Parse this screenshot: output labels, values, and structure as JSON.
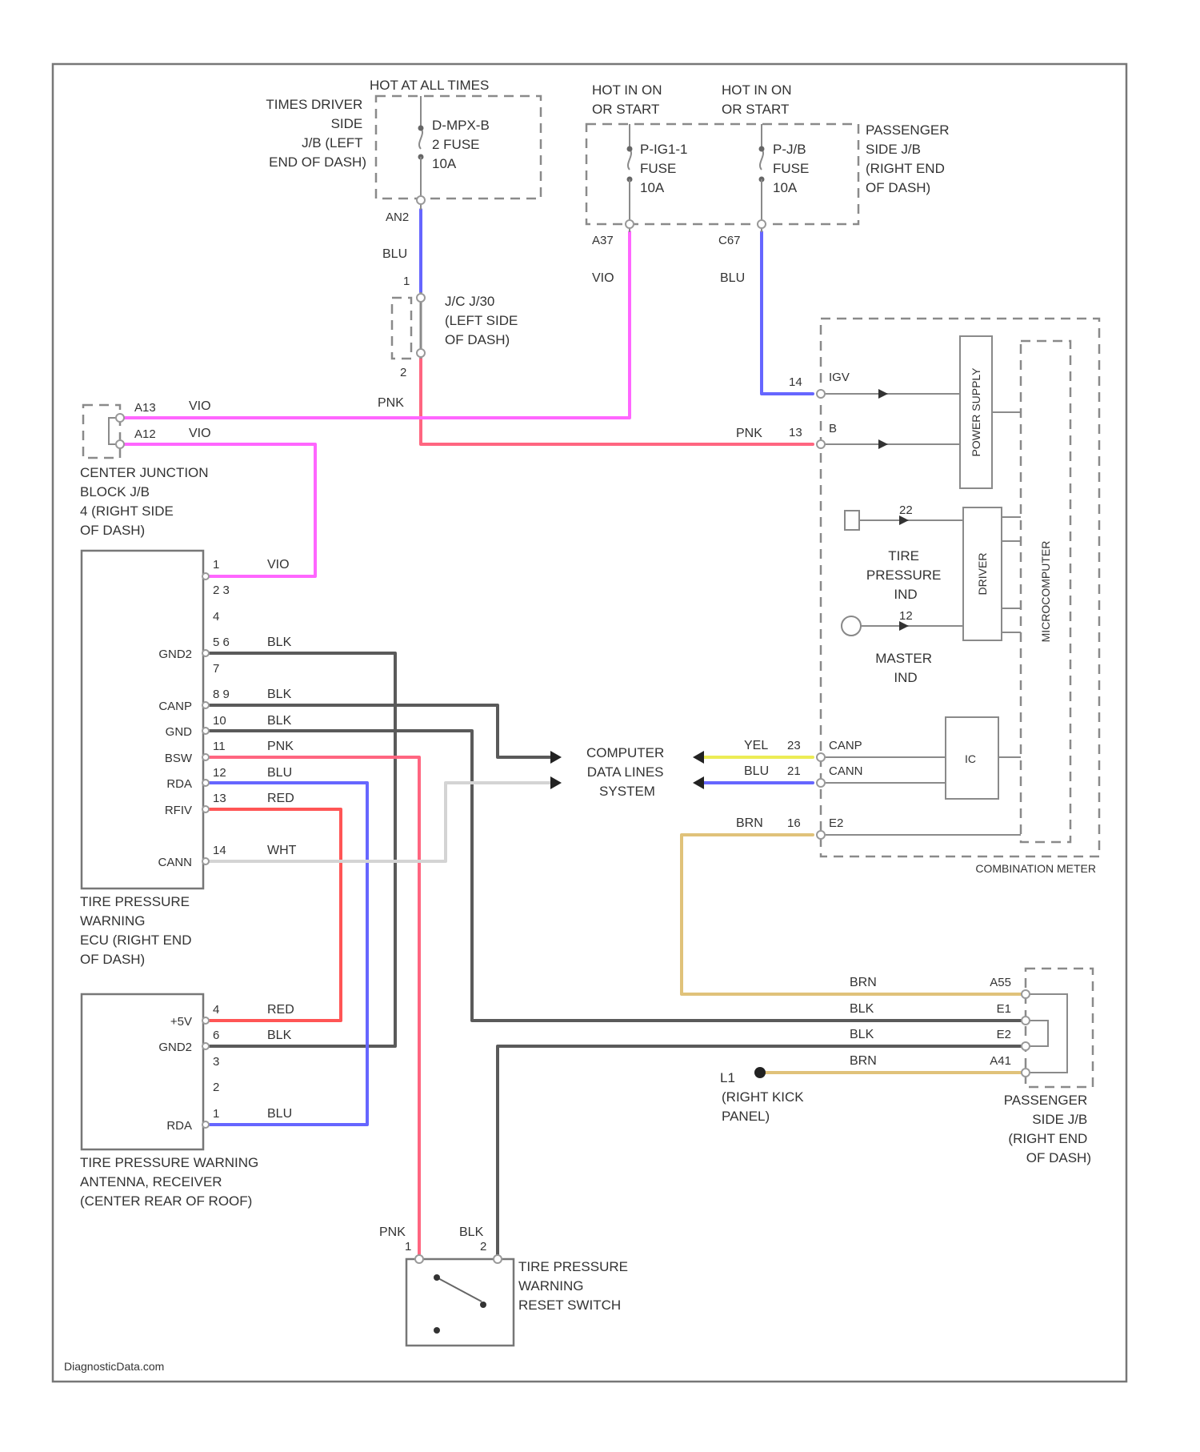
{
  "footer": "DiagnosticData.com",
  "fuses": {
    "driver_hot": "HOT AT ALL TIMES",
    "driver_jb": [
      "TIMES DRIVER",
      "SIDE",
      "J/B (LEFT",
      "END OF DASH)"
    ],
    "driver_fuse": [
      "D-MPX-B",
      "2 FUSE",
      "10A"
    ],
    "driver_pin": "AN2",
    "hot_on_1": [
      "HOT IN ON",
      "OR START"
    ],
    "hot_on_2": [
      "HOT IN ON",
      "OR START"
    ],
    "pass_jb": [
      "PASSENGER",
      "SIDE J/B",
      "(RIGHT END",
      "OF DASH)"
    ],
    "fuse_a": [
      "P-IG1-1",
      "FUSE",
      "10A"
    ],
    "fuse_b": [
      "P-J/B",
      "FUSE",
      "10A"
    ],
    "pin_a": "A37",
    "pin_b": "C67"
  },
  "jc": {
    "label": [
      "J/C J/30",
      "(LEFT SIDE",
      "OF DASH)"
    ],
    "pin_top": "1",
    "pin_bot": "2"
  },
  "cjb": {
    "label": [
      "CENTER JUNCTION",
      "BLOCK J/B",
      "4 (RIGHT SIDE",
      "OF DASH)"
    ],
    "pin1": "A13",
    "pin2": "A12"
  },
  "ecu": {
    "label": [
      "TIRE PRESSURE",
      "WARNING",
      "ECU (RIGHT END",
      "OF DASH)"
    ],
    "pins": [
      "1",
      "2 3",
      "4",
      "5 6",
      "7",
      "8 9",
      "10",
      "11",
      "12",
      "13",
      "14"
    ],
    "names": [
      "GND2",
      "CANP",
      "GND",
      "BSW",
      "RDA",
      "RFIV",
      "CANN"
    ]
  },
  "ant": {
    "label": [
      "TIRE PRESSURE WARNING",
      "ANTENNA, RECEIVER",
      "(CENTER REAR OF ROOF)"
    ],
    "pins": [
      "4",
      "6",
      "3",
      "2",
      "1"
    ],
    "names": [
      "+5V",
      "GND2",
      "RDA"
    ]
  },
  "meter": {
    "label": "COMBINATION METER",
    "pin_ig": "IGV",
    "pin_b": "B",
    "num_ig": "14",
    "num_b": "13",
    "psu": "POWER SUPPLY",
    "micro": "MICROCOMPUTER",
    "driver": "DRIVER",
    "tire_ind": [
      "TIRE",
      "PRESSURE",
      "IND"
    ],
    "master_ind": [
      "MASTER",
      "IND"
    ],
    "n22": "22",
    "n12": "12",
    "n21": "21",
    "n23": "23",
    "n16": "16",
    "canp": "CANP",
    "cann": "CANN",
    "e2": "E2",
    "can_ic": "IC"
  },
  "cdls": [
    "COMPUTER",
    "DATA LINES",
    "SYSTEM"
  ],
  "pjb2": {
    "label": [
      "PASSENGER",
      "SIDE J/B",
      "(RIGHT END",
      "OF DASH)"
    ],
    "pins": [
      "A55",
      "E1",
      "E2",
      "A41"
    ]
  },
  "ground": {
    "id": "L1",
    "label": [
      "(RIGHT KICK",
      "PANEL)"
    ]
  },
  "switch": {
    "label": [
      "TIRE PRESSURE",
      "WARNING",
      "RESET SWITCH"
    ],
    "pin1": "1",
    "pin2": "2"
  },
  "wires": {
    "blu": "BLU",
    "vio": "VIO",
    "pnk": "PNK",
    "blk": "BLK",
    "red": "RED",
    "wht": "WHT",
    "brn": "BRN",
    "yel": "YEL"
  },
  "colors": {
    "violet": "#ff66ff",
    "pink": "#ff6680",
    "blue": "#6666ff",
    "black": "#5a5a5a",
    "red": "#ff5555",
    "white": "#d4d4d4",
    "yellow": "#ecec55",
    "brown": "#e0c27a"
  }
}
